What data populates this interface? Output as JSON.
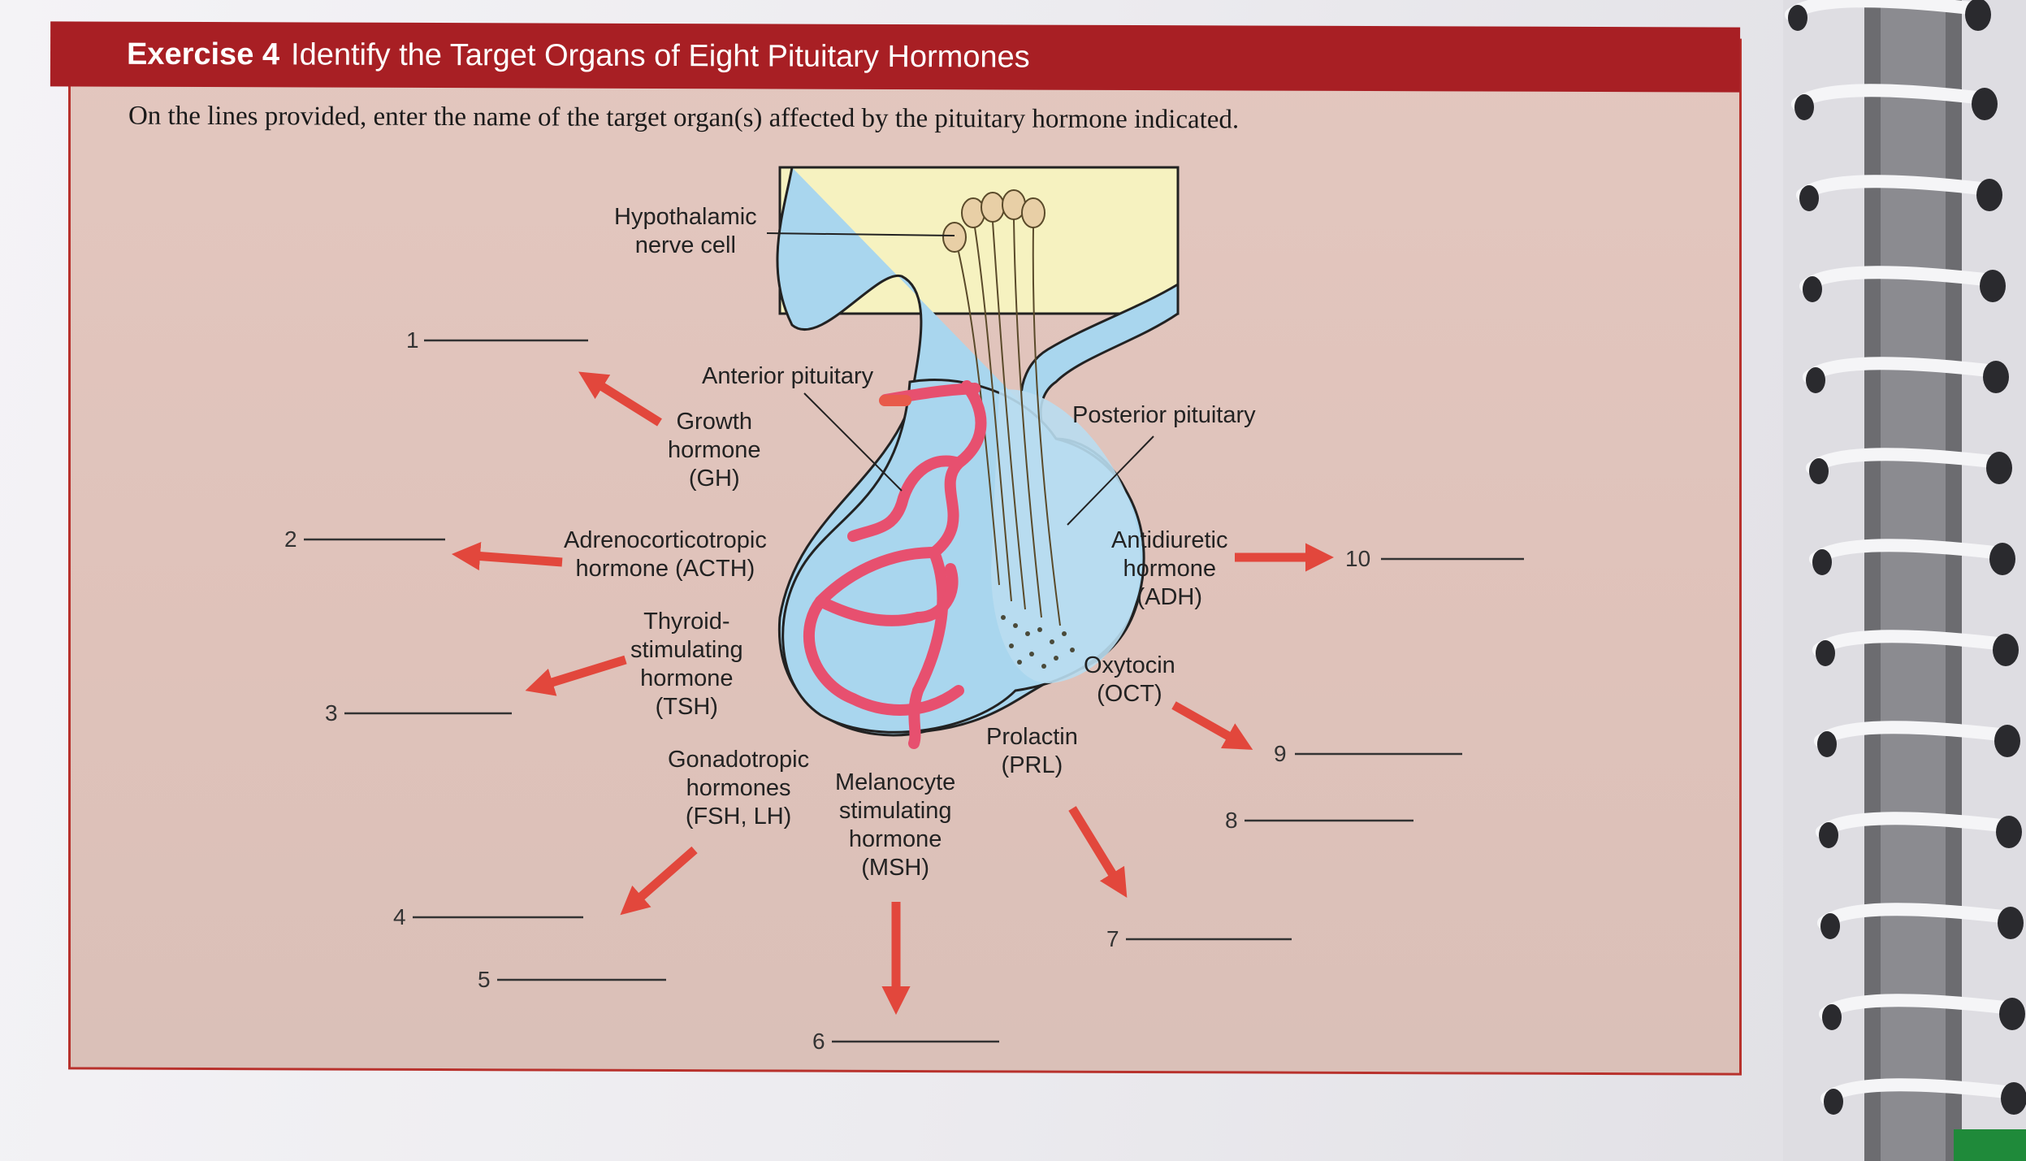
{
  "exercise": {
    "number_label": "Exercise 4",
    "title": "Identify the Target Organs of Eight Pituitary Hormones",
    "instructions": "On the lines provided, enter the name of the target organ(s) affected by the pituitary hormone indicated."
  },
  "structures": {
    "hypothalamic_l1": "Hypothalamic",
    "hypothalamic_l2": "nerve cell",
    "anterior": "Anterior pituitary",
    "posterior": "Posterior pituitary"
  },
  "hormones": {
    "gh": [
      "Growth",
      "hormone",
      "(GH)"
    ],
    "acth": [
      "Adrenocorticotropic",
      "hormone (ACTH)"
    ],
    "tsh": [
      "Thyroid-",
      "stimulating",
      "hormone",
      "(TSH)"
    ],
    "fsh_lh": [
      "Gonadotropic",
      "hormones",
      "(FSH, LH)"
    ],
    "msh": [
      "Melanocyte",
      "stimulating",
      "hormone",
      "(MSH)"
    ],
    "prl": [
      "Prolactin",
      "(PRL)"
    ],
    "oct": [
      "Oxytocin",
      "(OCT)"
    ],
    "adh": [
      "Antidiuretic",
      "hormone",
      "(ADH)"
    ]
  },
  "blanks": [
    "1",
    "2",
    "3",
    "4",
    "5",
    "6",
    "7",
    "8",
    "9",
    "10"
  ],
  "colors": {
    "header_bg": "#a81f24",
    "panel_bg": "#e0c4bc",
    "arrow": "#e2473c",
    "brain": "#f6f2c0",
    "pituitary": "#a9d6ee",
    "vessels": "#e7506f"
  }
}
